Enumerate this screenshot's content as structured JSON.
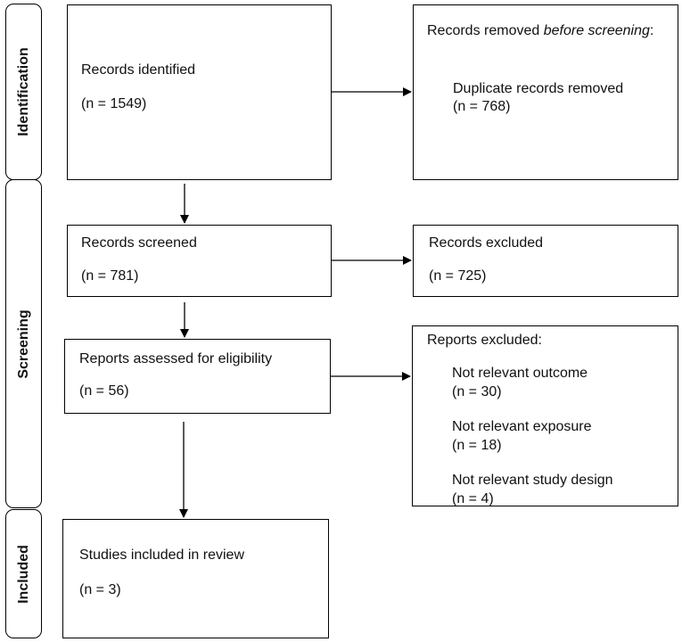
{
  "stages": {
    "identification": "Identification",
    "screening": "Screening",
    "included": "Included"
  },
  "identified": {
    "label": "Records identified",
    "count": "(n = 1549)"
  },
  "removed": {
    "label_start": "Records removed ",
    "label_italic": "before screening",
    "label_end": ":",
    "item_label": "Duplicate records removed",
    "item_count": "(n = 768)"
  },
  "screened": {
    "label": "Records screened",
    "count": "(n = 781)"
  },
  "excluded": {
    "label": "Records excluded",
    "count": "(n = 725)"
  },
  "assessed": {
    "label": "Reports assessed for eligibility",
    "count": "(n = 56)"
  },
  "reports_excluded": {
    "title": "Reports excluded:",
    "reasons": [
      {
        "label": "Not relevant outcome",
        "count": "(n = 30)"
      },
      {
        "label": "Not relevant exposure",
        "count": "(n = 18)"
      },
      {
        "label": "Not relevant study design",
        "count": "(n = 4)"
      }
    ]
  },
  "included": {
    "label": "Studies included in review",
    "count": "(n = 3)"
  }
}
